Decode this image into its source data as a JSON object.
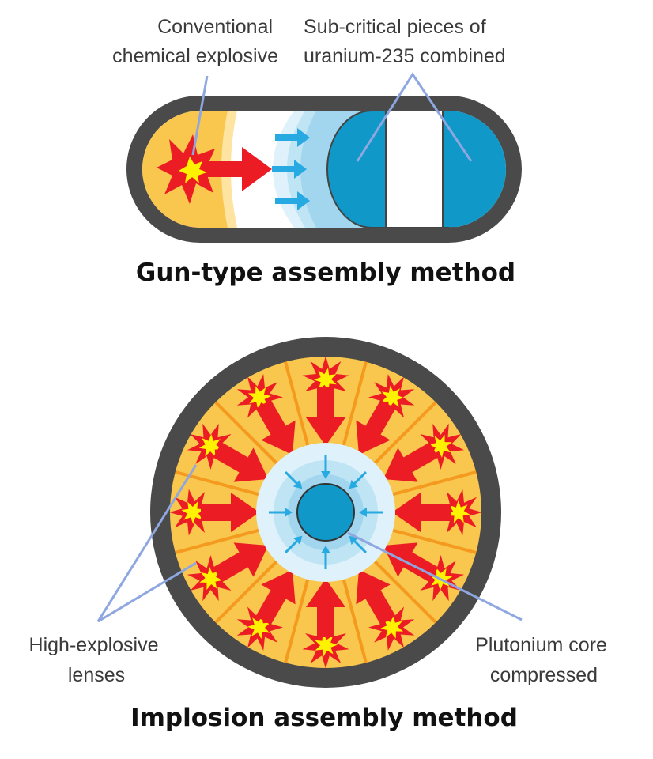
{
  "gun_type": {
    "title": "Gun-type assembly method",
    "explosive_label": [
      "Conventional",
      "chemical explosive"
    ],
    "uranium_label": [
      "Sub-critical pieces of",
      "uranium-235 combined"
    ]
  },
  "implosion": {
    "title": "Implosion assembly method",
    "lenses_label": [
      "High-explosive",
      "lenses"
    ],
    "core_label": [
      "Plutonium core",
      "compressed"
    ]
  },
  "colors": {
    "casing": "#4a4a4a",
    "explosive_fill": "#f9c64e",
    "blast_red": "#ec1c24",
    "blast_yellow": "#fff200",
    "fissile": "#0f98c8",
    "shockwave": "#a8dbf0",
    "pointer_line": "#8ea7e0",
    "arrow_blue": "#27a9e1"
  }
}
